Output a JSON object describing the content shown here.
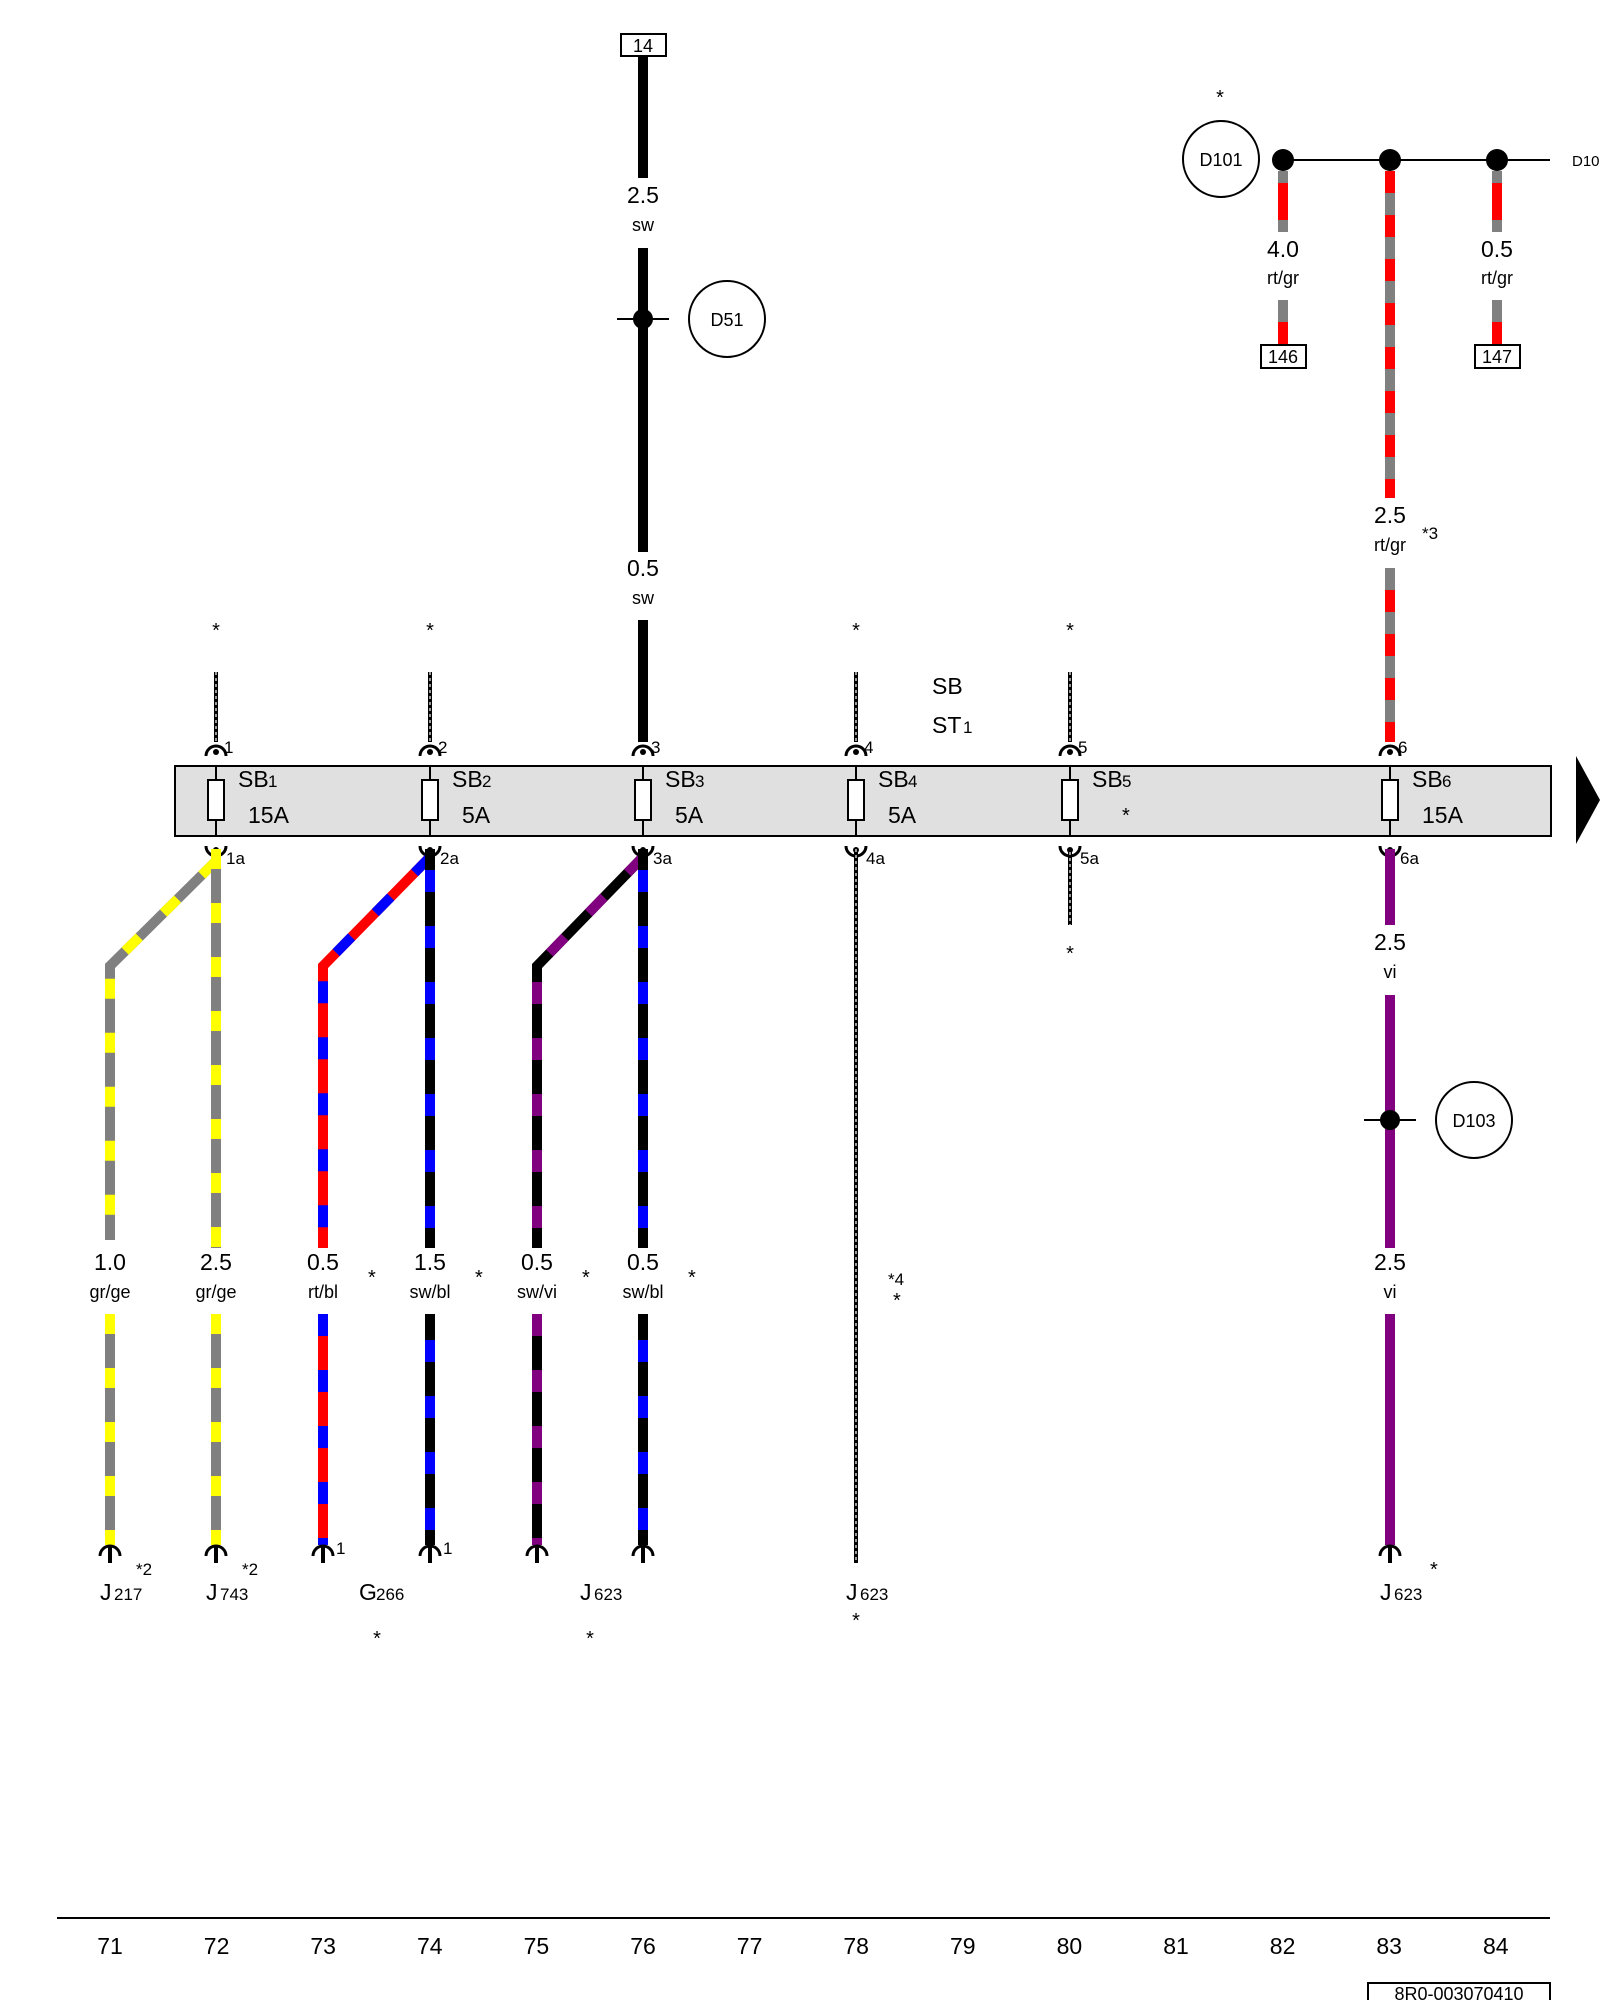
{
  "fuse_carrier": {
    "name": "SB",
    "terminal": "ST",
    "terminal_sub": "1"
  },
  "fuses": [
    {
      "id": "fuse-sb1",
      "name": "SB",
      "sub": "1",
      "rating": "15A",
      "top_pin": "1",
      "bottom_pin": "1a",
      "top_marker": "*",
      "side_marker": "",
      "bottom_marker": ""
    },
    {
      "id": "fuse-sb2",
      "name": "SB",
      "sub": "2",
      "rating": "5A",
      "top_pin": "2",
      "bottom_pin": "2a",
      "top_marker": "*",
      "side_marker": "",
      "bottom_marker": ""
    },
    {
      "id": "fuse-sb3",
      "name": "SB",
      "sub": "3",
      "rating": "5A",
      "top_pin": "3",
      "bottom_pin": "3a",
      "top_marker": "",
      "side_marker": "",
      "bottom_marker": ""
    },
    {
      "id": "fuse-sb4",
      "name": "SB",
      "sub": "4",
      "rating": "5A",
      "top_pin": "4",
      "bottom_pin": "4a",
      "top_marker": "*",
      "side_marker": "",
      "bottom_marker": ""
    },
    {
      "id": "fuse-sb5",
      "name": "SB",
      "sub": "5",
      "rating": "",
      "top_pin": "5",
      "bottom_pin": "5a",
      "top_marker": "*",
      "side_marker": "*",
      "bottom_marker": "*"
    },
    {
      "id": "fuse-sb6",
      "name": "SB",
      "sub": "6",
      "rating": "15A",
      "top_pin": "6",
      "bottom_pin": "6a",
      "top_marker": "",
      "side_marker": "",
      "bottom_marker": ""
    }
  ],
  "wires": [
    {
      "id": "wire-76-upper",
      "size": "2.5",
      "color": "sw",
      "note": ""
    },
    {
      "id": "wire-76-mid",
      "size": "0.5",
      "color": "sw",
      "note": ""
    },
    {
      "id": "wire-82-upper",
      "size": "4.0",
      "color": "rt/gr",
      "note": ""
    },
    {
      "id": "wire-84-upper",
      "size": "0.5",
      "color": "rt/gr",
      "note": ""
    },
    {
      "id": "wire-83-upper",
      "size": "2.5",
      "color": "rt/gr",
      "note": "*3"
    },
    {
      "id": "wire-83-mid",
      "size": "2.5",
      "color": "vi",
      "note": ""
    },
    {
      "id": "wire-83-lower",
      "size": "2.5",
      "color": "vi",
      "note": "*"
    },
    {
      "id": "wire-71",
      "size": "1.0",
      "color": "gr/ge",
      "note": ""
    },
    {
      "id": "wire-72",
      "size": "2.5",
      "color": "gr/ge",
      "note": ""
    },
    {
      "id": "wire-73",
      "size": "0.5",
      "color": "rt/bl",
      "note": "*"
    },
    {
      "id": "wire-74",
      "size": "1.5",
      "color": "sw/bl",
      "note": "*"
    },
    {
      "id": "wire-75",
      "size": "0.5",
      "color": "sw/vi",
      "note": "*"
    },
    {
      "id": "wire-76-lower",
      "size": "0.5",
      "color": "sw/bl",
      "note": "*"
    },
    {
      "id": "wire-78",
      "size": "",
      "color": "",
      "note": "*4"
    }
  ],
  "connections": [
    {
      "id": "connection-d51",
      "label": "D51"
    },
    {
      "id": "connection-d101",
      "label": "D101"
    },
    {
      "id": "connection-d103",
      "label": "D103"
    }
  ],
  "continuations": {
    "off_page": "D10",
    "d101_marker": "*",
    "wire78_marker": "*"
  },
  "references": [
    {
      "id": "ref-14",
      "label": "14"
    },
    {
      "id": "ref-146",
      "label": "146"
    },
    {
      "id": "ref-147",
      "label": "147"
    }
  ],
  "components": [
    {
      "id": "component-j217",
      "name": "J",
      "sub": "217",
      "note": "*2",
      "pin": "",
      "marker": ""
    },
    {
      "id": "component-j743",
      "name": "J",
      "sub": "743",
      "note": "*2",
      "pin": "",
      "marker": ""
    },
    {
      "id": "component-g266",
      "name": "G",
      "sub": "266",
      "note": "",
      "pin": "1",
      "marker": "*"
    },
    {
      "id": "component-j623-a",
      "name": "J",
      "sub": "623",
      "note": "",
      "pin": "",
      "marker": "*"
    },
    {
      "id": "component-j623-b",
      "name": "J",
      "sub": "623",
      "note": "",
      "pin": "",
      "marker": "*"
    },
    {
      "id": "component-j623-c",
      "name": "J",
      "sub": "623",
      "note": "",
      "pin": "",
      "marker": ""
    }
  ],
  "track_numbers": [
    "71",
    "72",
    "73",
    "74",
    "75",
    "76",
    "77",
    "78",
    "79",
    "80",
    "81",
    "82",
    "83",
    "84"
  ],
  "document_id": "8R0-003070410",
  "wire_colors": {
    "sw": "#000000",
    "gr": "#808080",
    "ge": "#ffff00",
    "rt": "#ff0000",
    "bl": "#0000ff",
    "vi": "#800080",
    "fuse_panel": "#e0e0e0"
  }
}
